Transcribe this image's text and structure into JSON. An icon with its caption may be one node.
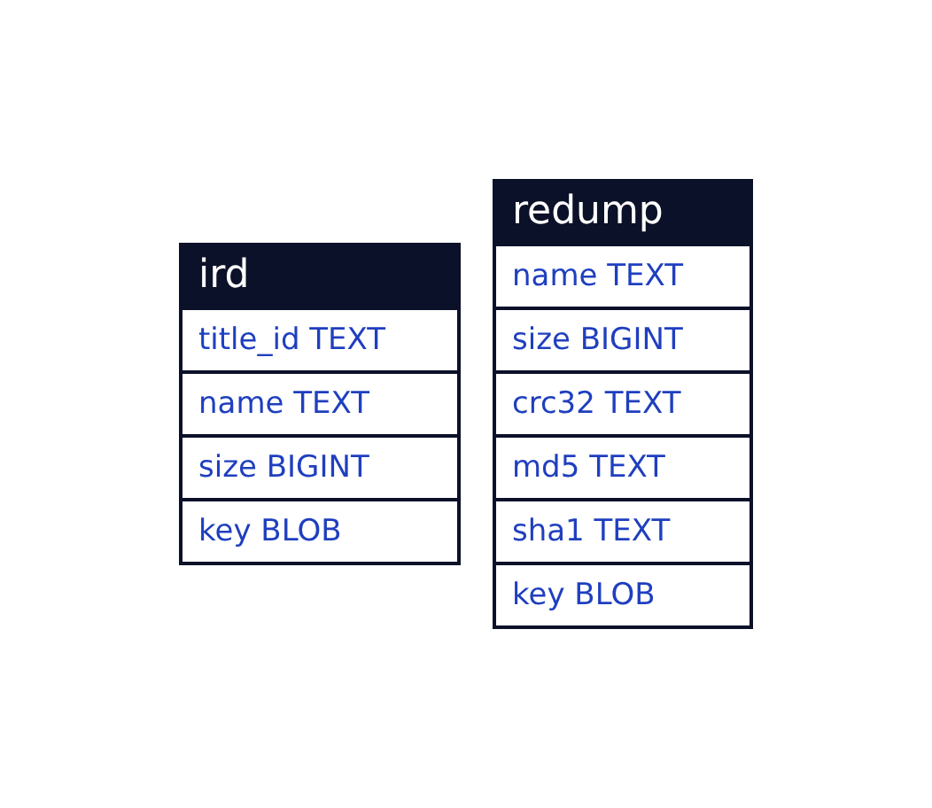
{
  "diagram": {
    "nodes": [
      {
        "text": [
          "ird"
        ]
      },
      {
        "text": [
          "title_id TEXT"
        ],
        "in": 0
      },
      {
        "text": [
          "name TEXT"
        ],
        "in": 0
      },
      {
        "text": [
          "size BIGINT"
        ],
        "in": 0
      },
      {
        "text": [
          "key BLOB"
        ],
        "in": 0
      },
      {
        "text": [
          "redump"
        ]
      },
      {
        "text": [
          "name TEXT"
        ],
        "in": 5
      },
      {
        "text": [
          "size BIGINT"
        ],
        "in": 5
      },
      {
        "text": [
          "crc32 TEXT"
        ],
        "in": 5
      },
      {
        "text": [
          "md5 TEXT"
        ],
        "in": 5
      },
      {
        "text": [
          "sha1 TEXT"
        ],
        "in": 5
      },
      {
        "text": [
          "key BLOB"
        ],
        "in": 5
      }
    ]
  }
}
